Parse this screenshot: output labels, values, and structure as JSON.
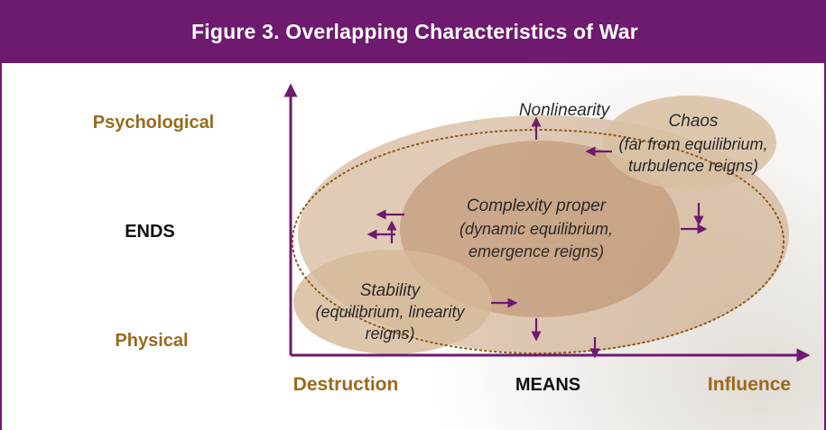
{
  "figure": {
    "title": "Figure 3. Overlapping Characteristics of War"
  },
  "axes": {
    "y_top_label": "Psychological",
    "y_mid_label": "ENDS",
    "y_bottom_label": "Physical",
    "x_left_label": "Destruction",
    "x_mid_label": "MEANS",
    "x_right_label": "Influence"
  },
  "regions": {
    "nonlinearity": {
      "line1": "Nonlinearity"
    },
    "chaos": {
      "line1": "Chaos",
      "line2": "(far from equilibrium,",
      "line3": "turbulence reigns)"
    },
    "complexity": {
      "line1": "Complexity proper",
      "line2": "(dynamic equilibrium,",
      "line3": "emergence reigns)"
    },
    "stability": {
      "line1": "Stability",
      "line2": "(equilibrium, linearity",
      "line3": "reigns)"
    }
  },
  "colors": {
    "header_purple": "#6e1a6f",
    "axis_purple": "#6e1a6f",
    "accent_gold": "#9a6a1e",
    "ellipse_fill": "#c9a07a",
    "dotted_boundary": "#8a5a1c"
  }
}
